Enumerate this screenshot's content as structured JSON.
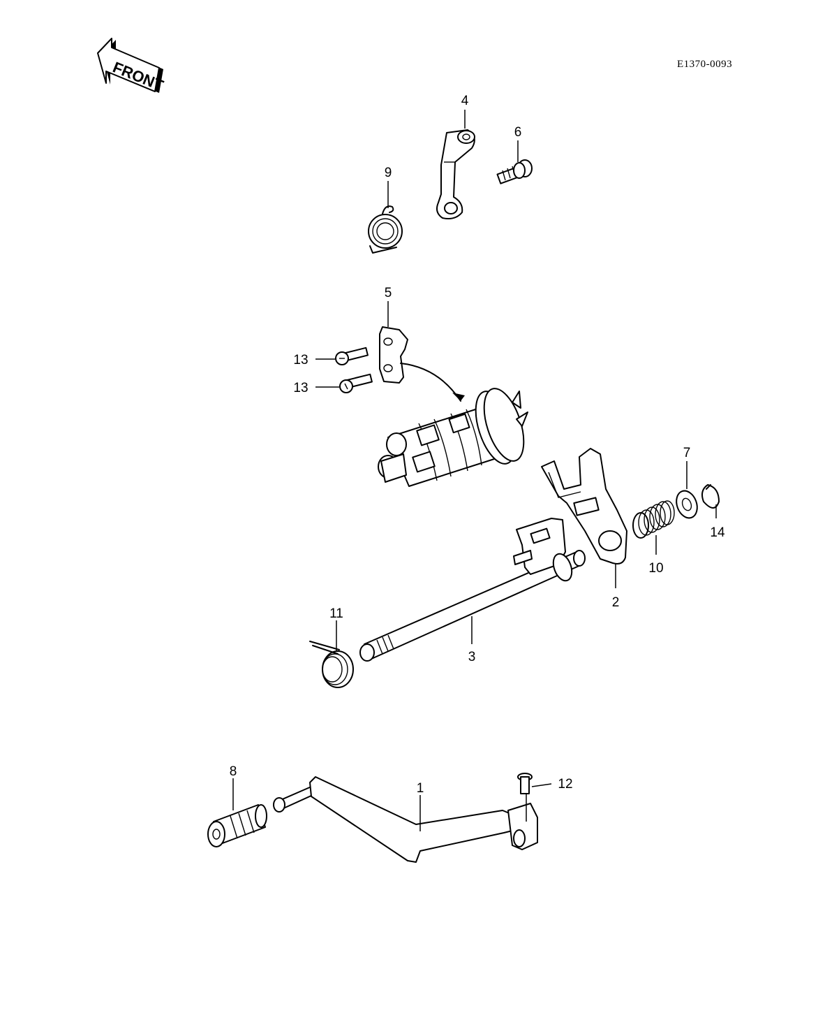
{
  "drawing_code": "E1370-0093",
  "front_arrow": {
    "label": "FRONT"
  },
  "callouts": [
    {
      "id": "c1",
      "number": "1"
    },
    {
      "id": "c2",
      "number": "2"
    },
    {
      "id": "c3",
      "number": "3"
    },
    {
      "id": "c4",
      "number": "4"
    },
    {
      "id": "c5",
      "number": "5"
    },
    {
      "id": "c6",
      "number": "6"
    },
    {
      "id": "c7",
      "number": "7"
    },
    {
      "id": "c8",
      "number": "8"
    },
    {
      "id": "c9",
      "number": "9"
    },
    {
      "id": "c10",
      "number": "10"
    },
    {
      "id": "c11",
      "number": "11"
    },
    {
      "id": "c12",
      "number": "12"
    },
    {
      "id": "c13a",
      "number": "13"
    },
    {
      "id": "c13b",
      "number": "13"
    },
    {
      "id": "c14",
      "number": "14"
    }
  ]
}
